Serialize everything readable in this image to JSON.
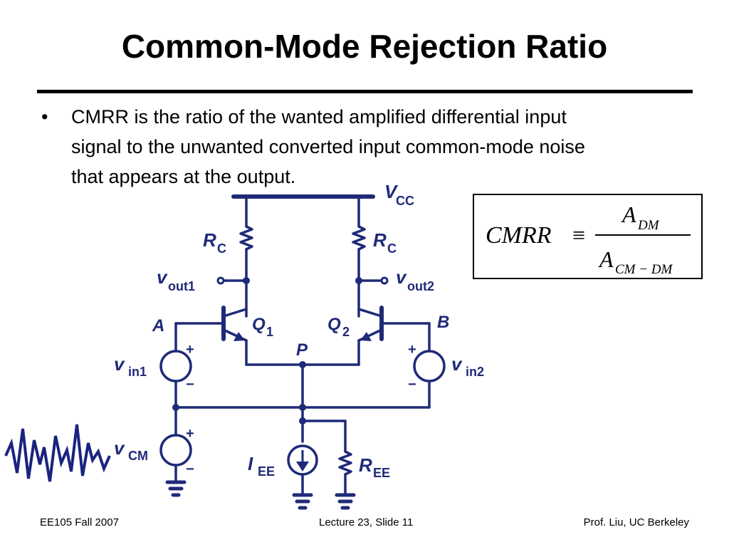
{
  "slide": {
    "title": "Common-Mode Rejection Ratio",
    "bullet_symbol": "•",
    "bullet_lines": [
      "CMRR is the ratio of the wanted amplified differential input",
      "signal to the unwanted converted input common-mode noise",
      "that appears at the output."
    ]
  },
  "formula": {
    "lhs": "CMRR",
    "operator": "≡",
    "numerator_main": "A",
    "numerator_sub": "DM",
    "denominator_main": "A",
    "denominator_sub": "CM − DM"
  },
  "circuit": {
    "supply": {
      "main": "V",
      "sub": "CC"
    },
    "rc_left": {
      "main": "R",
      "sub": "C"
    },
    "rc_right": {
      "main": "R",
      "sub": "C"
    },
    "vout1": {
      "main": "v",
      "sub": "out1"
    },
    "vout2": {
      "main": "v",
      "sub": "out2"
    },
    "node_a": "A",
    "node_b": "B",
    "q1": {
      "main": "Q",
      "sub": "1"
    },
    "q2": {
      "main": "Q",
      "sub": "2"
    },
    "node_p": "P",
    "vin1": {
      "main": "v",
      "sub": "in1"
    },
    "vin2": {
      "main": "v",
      "sub": "in2"
    },
    "vcm": {
      "main": "v",
      "sub": "CM"
    },
    "iee": {
      "main": "I",
      "sub": "EE"
    },
    "ree": {
      "main": "R",
      "sub": "EE"
    },
    "plus": "+",
    "minus": "−",
    "colors": {
      "circuit": "#1f2a78",
      "noise": "#1a237e"
    }
  },
  "footer": {
    "left": "EE105 Fall 2007",
    "center": "Lecture 23, Slide 11",
    "right": "Prof. Liu, UC Berkeley"
  }
}
